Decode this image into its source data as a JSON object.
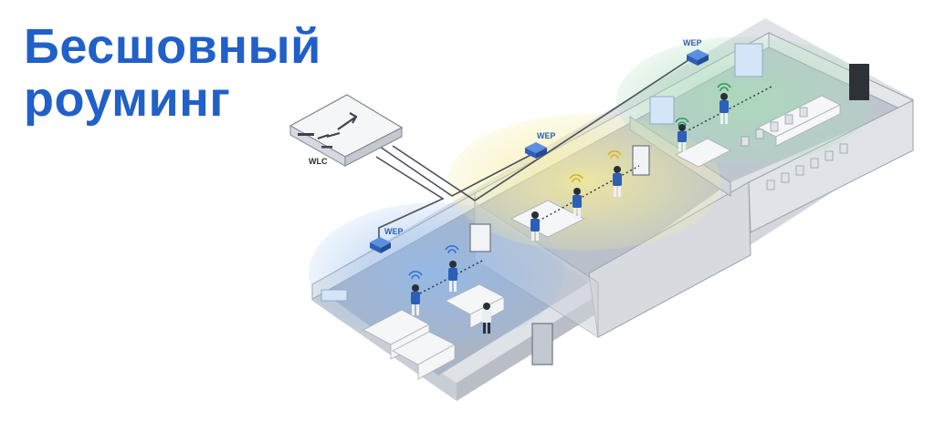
{
  "title": {
    "line1": "Бесшовный",
    "line2": "роуминг"
  },
  "labels": {
    "controller": "WLC",
    "access_point": "WEP"
  },
  "colors": {
    "title": "#2060c8",
    "ap": "#2f6fd0",
    "coverage_blue": "#7fb0ec",
    "coverage_yellow": "#f3e79a",
    "coverage_green": "#a9dcb8",
    "person": "#2d5fb8"
  },
  "icons": [
    "wlc-controller-icon",
    "access-point-icon",
    "wifi-signal-icon",
    "person-icon"
  ]
}
